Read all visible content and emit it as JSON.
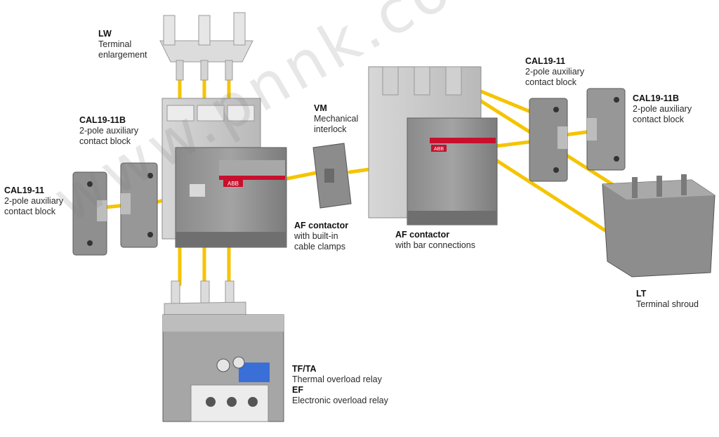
{
  "labels": {
    "lw": {
      "title": "LW",
      "lines": [
        "Terminal",
        "enlargement"
      ]
    },
    "cal_b_left": {
      "title": "CAL19-11B",
      "lines": [
        "2-pole auxiliary",
        "contact block"
      ]
    },
    "cal_left": {
      "title": "CAL19-11",
      "lines": [
        "2-pole auxiliary",
        "contact block"
      ]
    },
    "vm": {
      "title": "VM",
      "lines": [
        "Mechanical",
        "interlock"
      ]
    },
    "af_clamps": {
      "title": "AF contactor",
      "lines": [
        "with built-in",
        "cable clamps"
      ]
    },
    "af_bar": {
      "title": "AF contactor",
      "lines": [
        "with bar connections"
      ]
    },
    "cal_right": {
      "title": "CAL19-11",
      "lines": [
        "2-pole auxiliary",
        "contact block"
      ]
    },
    "cal_b_right": {
      "title": "CAL19-11B",
      "lines": [
        "2-pole auxiliary",
        "contact block"
      ]
    },
    "lt": {
      "title": "LT",
      "lines": [
        "Terminal shroud"
      ]
    },
    "tf": {
      "title": "TF/TA",
      "lines": [
        "Thermal overload relay"
      ]
    },
    "ef": {
      "title": "EF",
      "lines": [
        "Electronic overload relay"
      ]
    }
  },
  "brand_text": "ABB",
  "watermark_text": "www.pnnk.com/shop",
  "colors": {
    "connector": "#f5c400",
    "housing_light": "#c9c9c9",
    "housing_mid": "#9a9a9a",
    "housing_dark": "#6f6f6f",
    "accent_red": "#c8102e",
    "metal": "#e3e3e3",
    "relay_blue": "#3a6fd8"
  }
}
